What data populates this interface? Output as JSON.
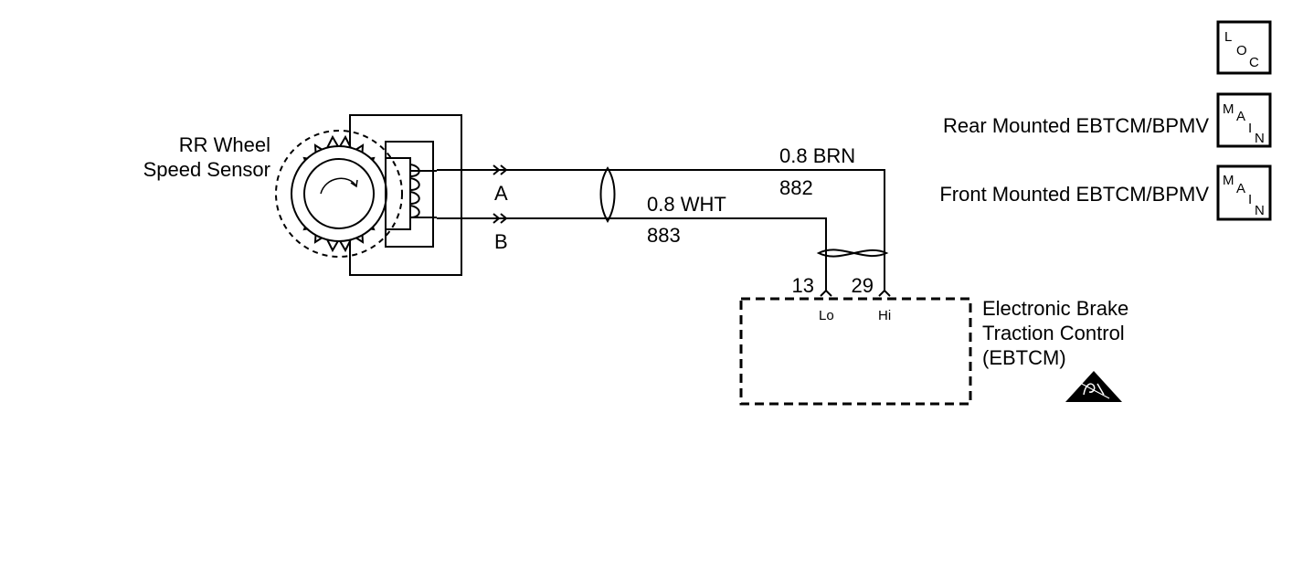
{
  "sensor": {
    "name_line1": "RR Wheel",
    "name_line2": "Speed Sensor",
    "terminal_a": "A",
    "terminal_b": "B"
  },
  "wires": {
    "brn": {
      "size_color": "0.8 BRN",
      "circuit": "882"
    },
    "wht": {
      "size_color": "0.8 WHT",
      "circuit": "883"
    }
  },
  "module": {
    "pin_lo_number": "13",
    "pin_hi_number": "29",
    "pin_lo_label": "Lo",
    "pin_hi_label": "Hi",
    "name_line1": "Electronic Brake",
    "name_line2": "Traction Control",
    "name_line3": "(EBTCM)"
  },
  "legend": {
    "loc_icon": {
      "l1": "L",
      "l2": "O",
      "l3": "C"
    },
    "rear_label": "Rear Mounted EBTCM/BPMV",
    "front_label": "Front Mounted EBTCM/BPMV",
    "main_icon": {
      "l1": "M",
      "l2": "A",
      "l3": "I",
      "l4": "N"
    }
  },
  "icons": [
    "loc-icon",
    "main-icon",
    "esd-warning-icon",
    "twisted-pair-icon"
  ]
}
